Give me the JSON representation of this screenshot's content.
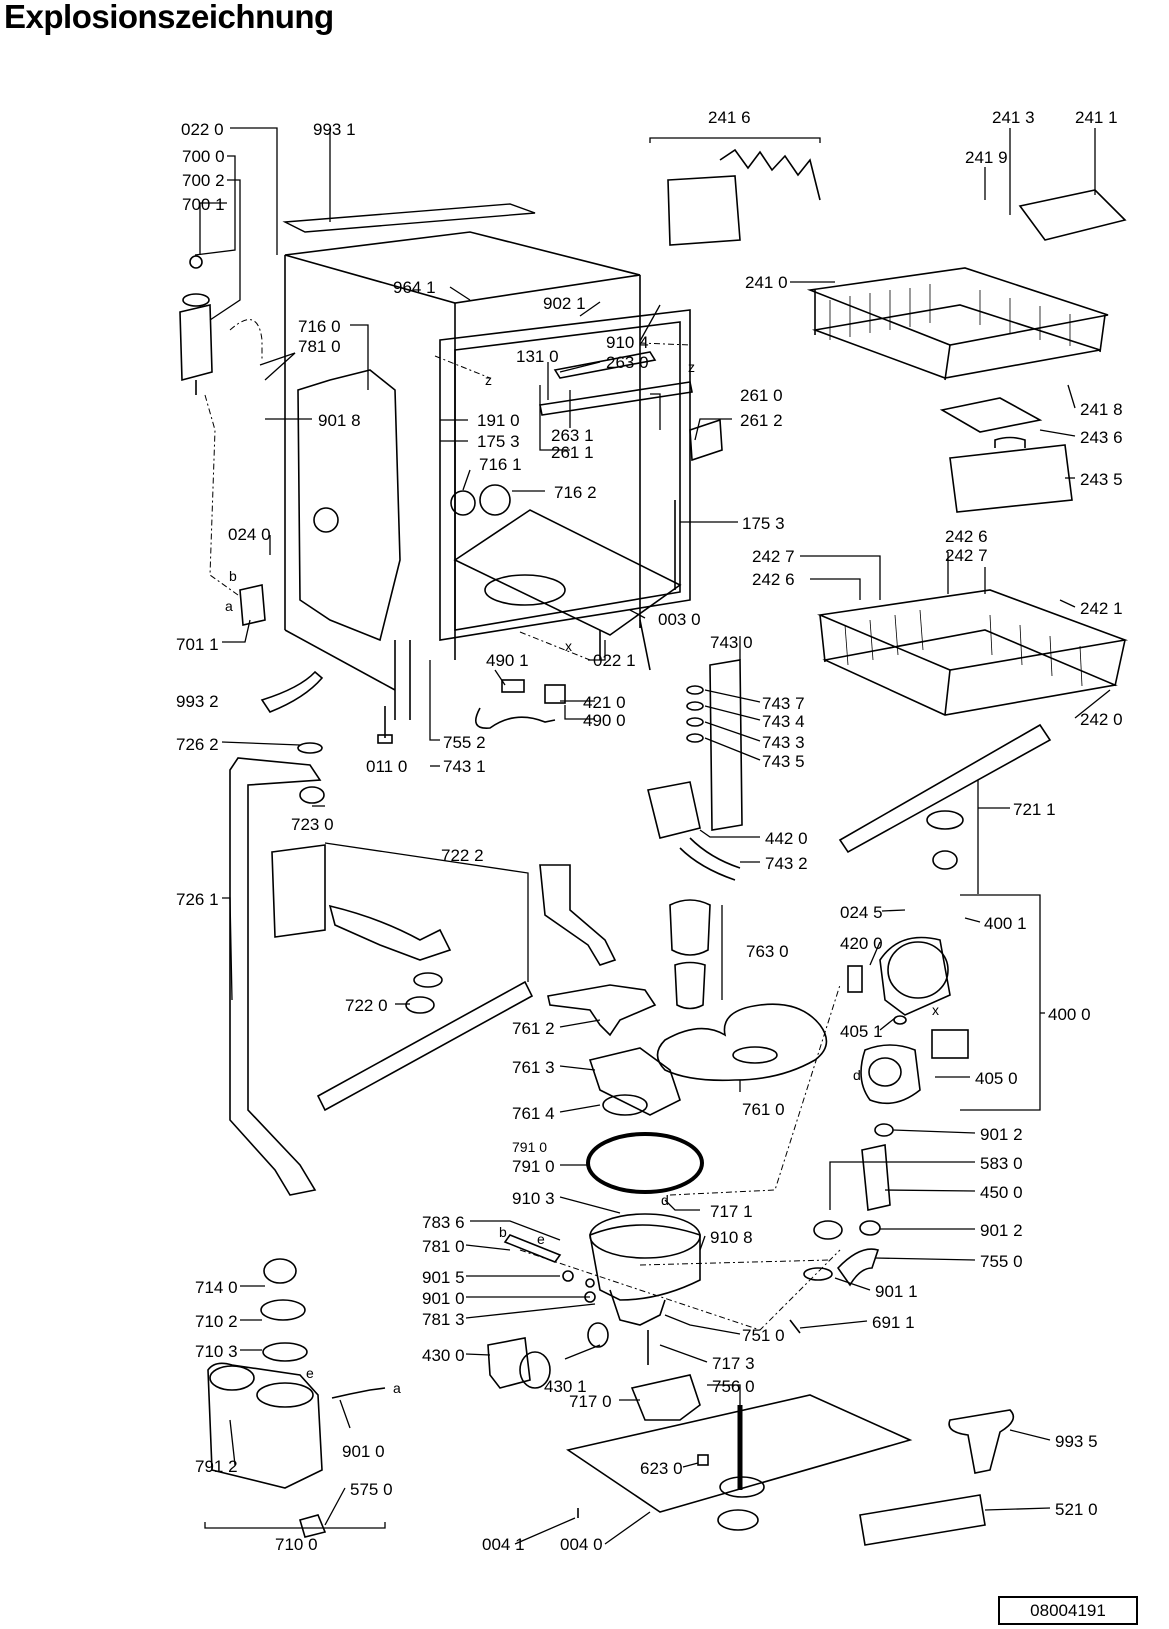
{
  "title": "Explosionszeichnung",
  "document_number": "08004191",
  "callouts": [
    {
      "id": "022-0",
      "text": "022 0"
    },
    {
      "id": "993-1",
      "text": "993 1"
    },
    {
      "id": "700-0",
      "text": "700 0"
    },
    {
      "id": "700-2",
      "text": "700 2"
    },
    {
      "id": "700-1",
      "text": "700 1"
    },
    {
      "id": "964-1",
      "text": "964 1"
    },
    {
      "id": "902-1",
      "text": "902 1"
    },
    {
      "id": "910-4",
      "text": "910 4"
    },
    {
      "id": "716-0",
      "text": "716 0"
    },
    {
      "id": "781-0a",
      "text": "781 0"
    },
    {
      "id": "131-0",
      "text": "131 0"
    },
    {
      "id": "263-0",
      "text": "263 0"
    },
    {
      "id": "901-8",
      "text": "901 8"
    },
    {
      "id": "191-0",
      "text": "191 0"
    },
    {
      "id": "175-3a",
      "text": "175 3"
    },
    {
      "id": "263-1",
      "text": "263 1"
    },
    {
      "id": "261-1",
      "text": "261 1"
    },
    {
      "id": "261-0",
      "text": "261 0"
    },
    {
      "id": "261-2",
      "text": "261 2"
    },
    {
      "id": "716-1",
      "text": "716 1"
    },
    {
      "id": "716-2",
      "text": "716 2"
    },
    {
      "id": "175-3b",
      "text": "175 3"
    },
    {
      "id": "024-0",
      "text": "024 0"
    },
    {
      "id": "003-0",
      "text": "003 0"
    },
    {
      "id": "701-1",
      "text": "701 1"
    },
    {
      "id": "743-0",
      "text": "743 0"
    },
    {
      "id": "490-1",
      "text": "490 1"
    },
    {
      "id": "022-1",
      "text": "022 1"
    },
    {
      "id": "421-0",
      "text": "421 0"
    },
    {
      "id": "490-0",
      "text": "490 0"
    },
    {
      "id": "993-2",
      "text": "993 2"
    },
    {
      "id": "743-7",
      "text": "743 7"
    },
    {
      "id": "743-4",
      "text": "743 4"
    },
    {
      "id": "743-3",
      "text": "743 3"
    },
    {
      "id": "743-5",
      "text": "743 5"
    },
    {
      "id": "726-2",
      "text": "726 2"
    },
    {
      "id": "755-2",
      "text": "755 2"
    },
    {
      "id": "011-0",
      "text": "011 0"
    },
    {
      "id": "743-1",
      "text": "743 1"
    },
    {
      "id": "723-0",
      "text": "723 0"
    },
    {
      "id": "442-0",
      "text": "442 0"
    },
    {
      "id": "722-2",
      "text": "722 2"
    },
    {
      "id": "743-2",
      "text": "743 2"
    },
    {
      "id": "726-1",
      "text": "726 1"
    },
    {
      "id": "763-0",
      "text": "763 0"
    },
    {
      "id": "722-0",
      "text": "722 0"
    },
    {
      "id": "761-2",
      "text": "761 2"
    },
    {
      "id": "761-3",
      "text": "761 3"
    },
    {
      "id": "761-0",
      "text": "761 0"
    },
    {
      "id": "761-4",
      "text": "761 4"
    },
    {
      "id": "791-0",
      "text": "791 0"
    },
    {
      "id": "910-3",
      "text": "910 3"
    },
    {
      "id": "717-1",
      "text": "717 1"
    },
    {
      "id": "783-6",
      "text": "783 6"
    },
    {
      "id": "910-8",
      "text": "910 8"
    },
    {
      "id": "781-0b",
      "text": "781 0"
    },
    {
      "id": "901-5",
      "text": "901 5"
    },
    {
      "id": "901-0a",
      "text": "901 0"
    },
    {
      "id": "781-3",
      "text": "781 3"
    },
    {
      "id": "751-0",
      "text": "751 0"
    },
    {
      "id": "430-0",
      "text": "430 0"
    },
    {
      "id": "430-1",
      "text": "430 1"
    },
    {
      "id": "717-3",
      "text": "717 3"
    },
    {
      "id": "756-0",
      "text": "756 0"
    },
    {
      "id": "717-0",
      "text": "717 0"
    },
    {
      "id": "714-0",
      "text": "714 0"
    },
    {
      "id": "710-2",
      "text": "710 2"
    },
    {
      "id": "710-3",
      "text": "710 3"
    },
    {
      "id": "901-0b",
      "text": "901 0"
    },
    {
      "id": "791-2",
      "text": "791 2"
    },
    {
      "id": "575-0",
      "text": "575 0"
    },
    {
      "id": "710-0",
      "text": "710 0"
    },
    {
      "id": "623-0",
      "text": "623 0"
    },
    {
      "id": "004-1",
      "text": "004 1"
    },
    {
      "id": "004-0",
      "text": "004 0"
    },
    {
      "id": "241-6",
      "text": "241 6"
    },
    {
      "id": "241-3",
      "text": "241 3"
    },
    {
      "id": "241-1",
      "text": "241 1"
    },
    {
      "id": "241-9",
      "text": "241 9"
    },
    {
      "id": "241-0",
      "text": "241 0"
    },
    {
      "id": "241-8",
      "text": "241 8"
    },
    {
      "id": "243-6",
      "text": "243 6"
    },
    {
      "id": "243-5",
      "text": "243 5"
    },
    {
      "id": "242-6a",
      "text": "242 6"
    },
    {
      "id": "242-7a",
      "text": "242 7"
    },
    {
      "id": "242-7b",
      "text": "242 7"
    },
    {
      "id": "242-6b",
      "text": "242 6"
    },
    {
      "id": "242-1",
      "text": "242 1"
    },
    {
      "id": "242-0",
      "text": "242 0"
    },
    {
      "id": "721-1",
      "text": "721 1"
    },
    {
      "id": "024-5",
      "text": "024 5"
    },
    {
      "id": "400-1",
      "text": "400 1"
    },
    {
      "id": "420-0",
      "text": "420 0"
    },
    {
      "id": "400-0",
      "text": "400 0"
    },
    {
      "id": "405-1",
      "text": "405 1"
    },
    {
      "id": "405-0",
      "text": "405 0"
    },
    {
      "id": "901-2a",
      "text": "901 2"
    },
    {
      "id": "583-0",
      "text": "583 0"
    },
    {
      "id": "450-0",
      "text": "450 0"
    },
    {
      "id": "901-2b",
      "text": "901 2"
    },
    {
      "id": "755-0",
      "text": "755 0"
    },
    {
      "id": "901-1",
      "text": "901 1"
    },
    {
      "id": "691-1",
      "text": "691 1"
    },
    {
      "id": "993-5",
      "text": "993 5"
    },
    {
      "id": "521-0",
      "text": "521 0"
    },
    {
      "id": "791-x",
      "text": "791 0"
    }
  ],
  "markers": [
    {
      "id": "z1",
      "text": "z"
    },
    {
      "id": "z2",
      "text": "z"
    },
    {
      "id": "x1",
      "text": "x"
    },
    {
      "id": "b1",
      "text": "b"
    },
    {
      "id": "a1",
      "text": "a"
    },
    {
      "id": "d1",
      "text": "d"
    },
    {
      "id": "d2",
      "text": "d"
    },
    {
      "id": "e1",
      "text": "e"
    },
    {
      "id": "b2",
      "text": "b"
    },
    {
      "id": "e2",
      "text": "e"
    },
    {
      "id": "a2",
      "text": "a"
    },
    {
      "id": "x2",
      "text": "x"
    }
  ]
}
